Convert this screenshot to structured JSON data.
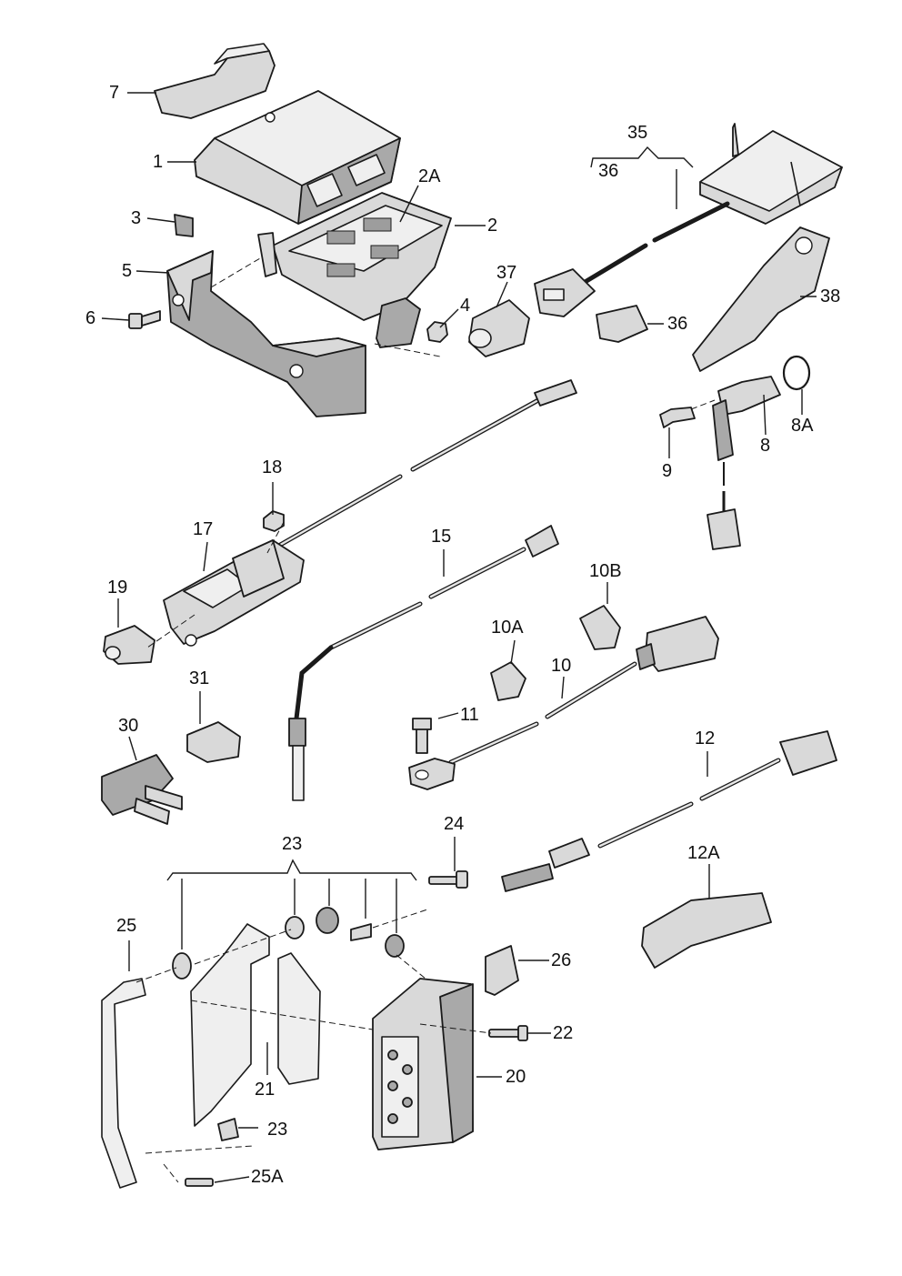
{
  "callouts": {
    "c1": "1",
    "c2": "2",
    "c2A": "2A",
    "c3": "3",
    "c4": "4",
    "c5": "5",
    "c6": "6",
    "c7": "7",
    "c8": "8",
    "c8A": "8A",
    "c9": "9",
    "c10": "10",
    "c10A": "10A",
    "c10B": "10B",
    "c11": "11",
    "c12": "12",
    "c12A": "12A",
    "c15": "15",
    "c17": "17",
    "c18": "18",
    "c19": "19",
    "c20": "20",
    "c21": "21",
    "c22": "22",
    "c23_top": "23",
    "c23_bottom": "23",
    "c24": "24",
    "c25": "25",
    "c25A": "25A",
    "c26": "26",
    "c30": "30",
    "c31": "31",
    "c35": "35",
    "c36_top": "36",
    "c36_right": "36",
    "c37": "37",
    "c38": "38"
  }
}
